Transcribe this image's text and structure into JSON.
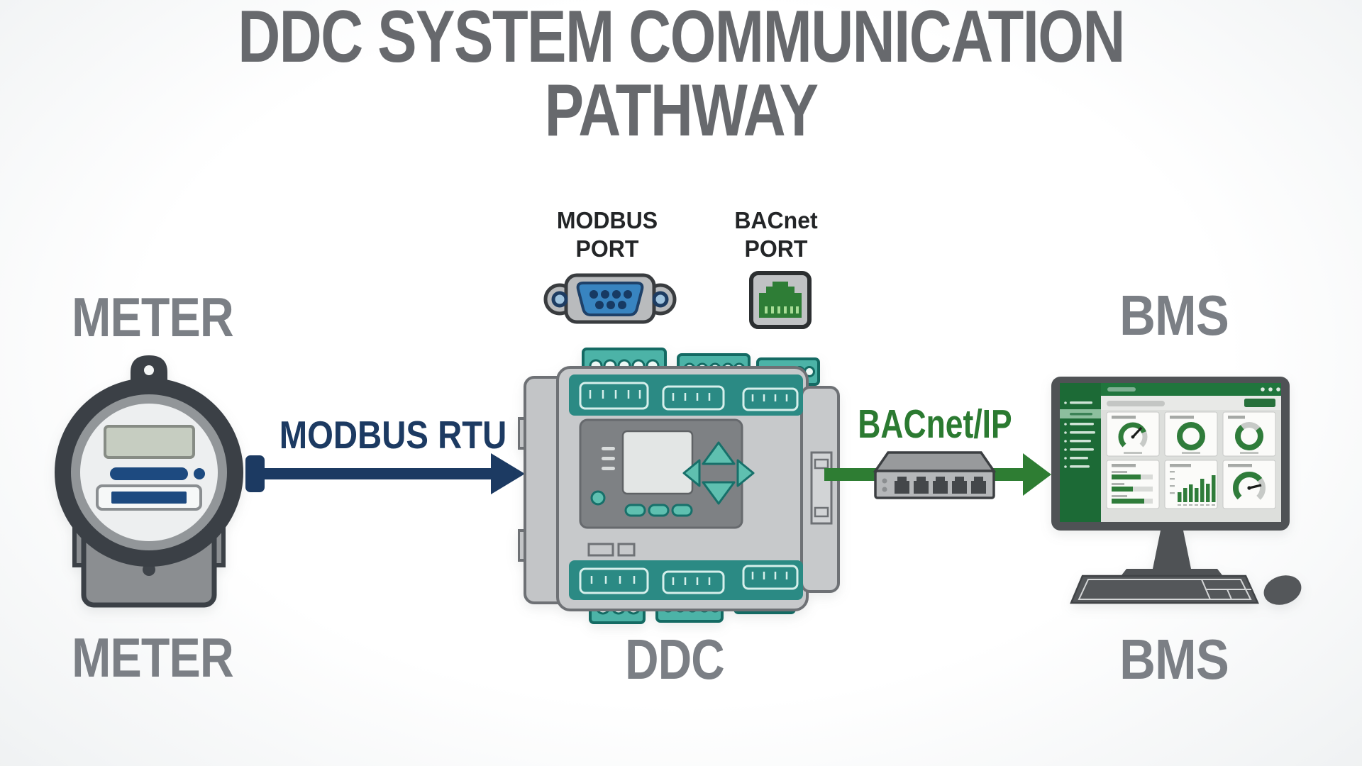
{
  "title": "DDC SYSTEM COMMUNICATION PATHWAY",
  "nodes": {
    "meter": {
      "label_top": "METER",
      "label_bottom": "METER",
      "icon": "electric-meter-icon"
    },
    "ddc": {
      "label": "DDC",
      "icon": "ddc-controller-icon"
    },
    "bms": {
      "label_top": "BMS",
      "label_bottom": "BMS",
      "icon": "bms-workstation-icon"
    }
  },
  "ports": {
    "modbus": {
      "label": "MODBUS\nPORT",
      "icon": "db9-serial-connector-icon"
    },
    "bacnet": {
      "label": "BACnet\nPORT",
      "icon": "rj45-ethernet-jack-icon"
    }
  },
  "links": {
    "modbus_rtu": {
      "label": "MODBUS RTU",
      "color": "#1c3a62",
      "from": "meter",
      "to": "ddc"
    },
    "bacnet_ip": {
      "label": "BACnet/IP",
      "color": "#2e7d33",
      "from": "ddc",
      "to": "bms",
      "via": "network-switch-icon"
    }
  },
  "colors": {
    "title_gray": "#67696d",
    "node_label_gray": "#7b7f85",
    "navy": "#1c3a62",
    "green": "#2e7d33",
    "teal_band": "#2b8a84",
    "teal_block": "#4cb3a7",
    "teal_button": "#5fc0b0",
    "controller_gray": "#c7c9cb",
    "meter_dark": "#3b4046",
    "meter_blue": "#1d4a80",
    "dashboard_green": "#1c6a36",
    "monitor_gray": "#4f5255"
  }
}
